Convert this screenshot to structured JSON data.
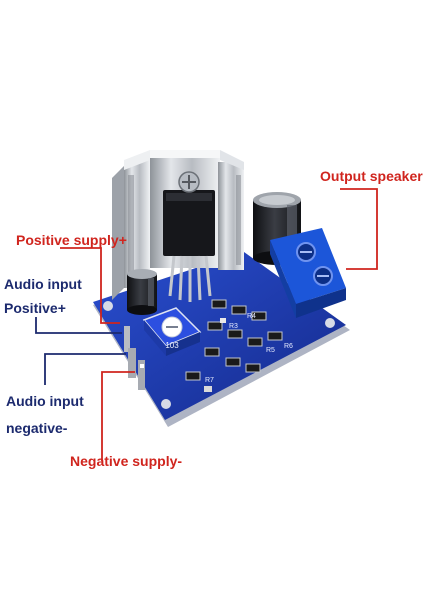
{
  "colors": {
    "red_label": "#d0251e",
    "navy_label": "#1c2a6e",
    "pcb": "#1f3fb8",
    "heatsink": "#c9ccd1",
    "terminal": "#1c56d9"
  },
  "labels": {
    "output_speaker": "Output speaker",
    "positive_supply": "Positive supply+",
    "audio_input_pos_line1": "Audio input",
    "audio_input_pos_line2": "Positive+",
    "audio_input_neg_line1": "Audio input",
    "audio_input_neg_line2": "negative-",
    "negative_supply": "Negative supply-"
  },
  "board_marks": {
    "pot_code": "103",
    "resistors": [
      "R3",
      "R4",
      "R5",
      "R6",
      "R7"
    ]
  }
}
